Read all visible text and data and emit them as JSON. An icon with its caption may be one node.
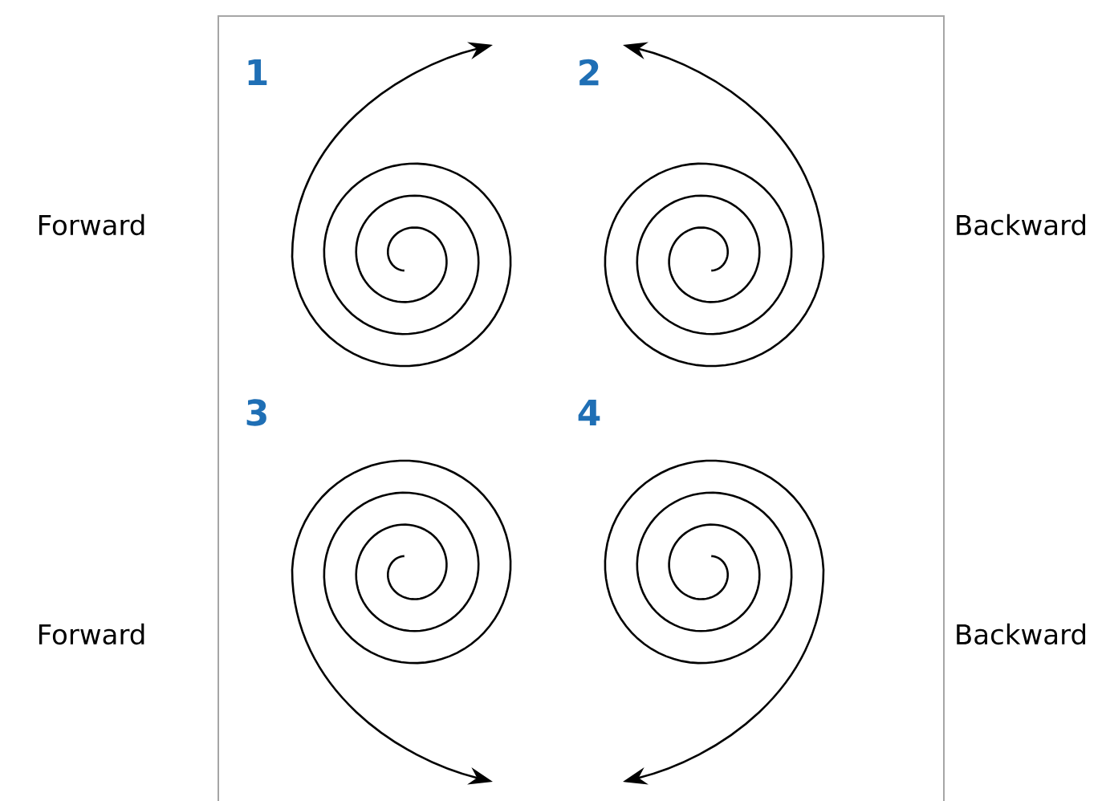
{
  "diagram": {
    "labels": [
      "1",
      "2",
      "Forward",
      "Backward",
      "3",
      "4",
      "Forward",
      "Backward"
    ]
  }
}
